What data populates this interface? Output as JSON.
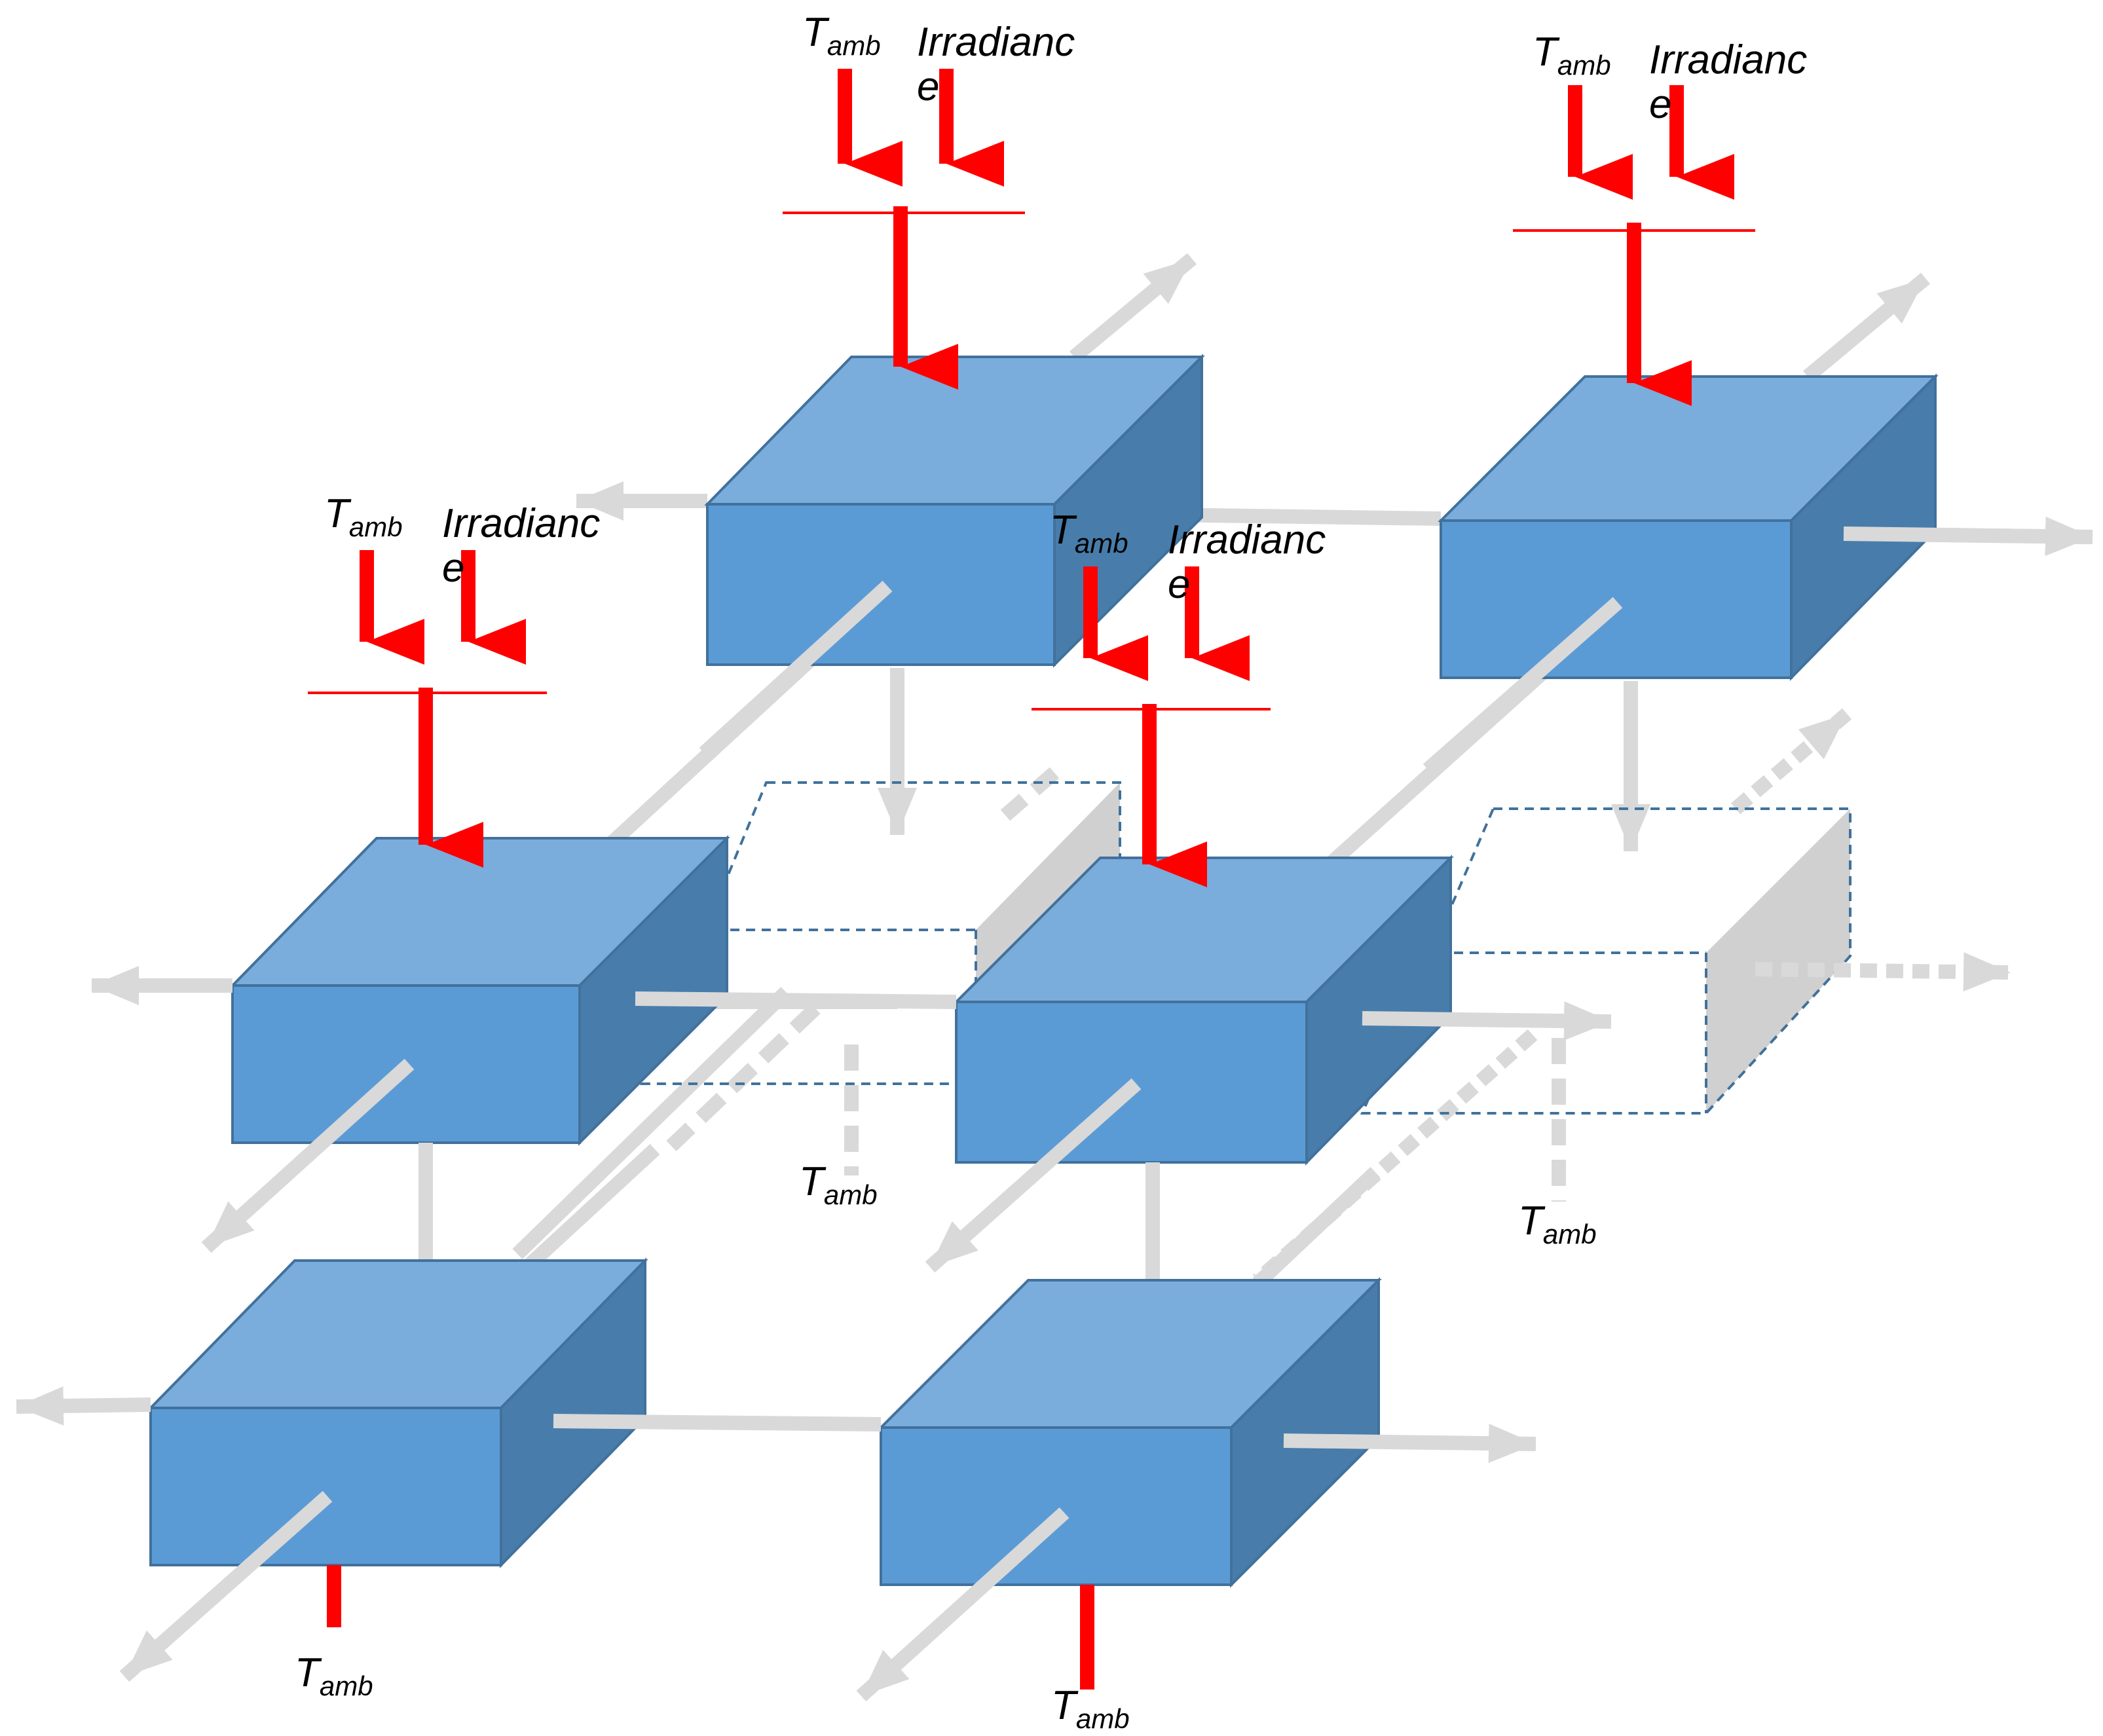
{
  "labels": {
    "t_main": "T",
    "t_sub": "amb",
    "irr_line1": "Irradianc",
    "irr_line2": "e"
  },
  "colors": {
    "box_front": "#5b9bd5",
    "box_top": "#7aacdc",
    "box_side": "#487dab",
    "box_stroke": "#41719c",
    "heat_arrow": "#d9d9d9",
    "boundary_arrow": "#ff0000",
    "ghost_face": "#d0d0d0"
  },
  "icons": {
    "heat_flow": "gray-arrow-icon",
    "boundary_input": "red-arrow-icon"
  }
}
